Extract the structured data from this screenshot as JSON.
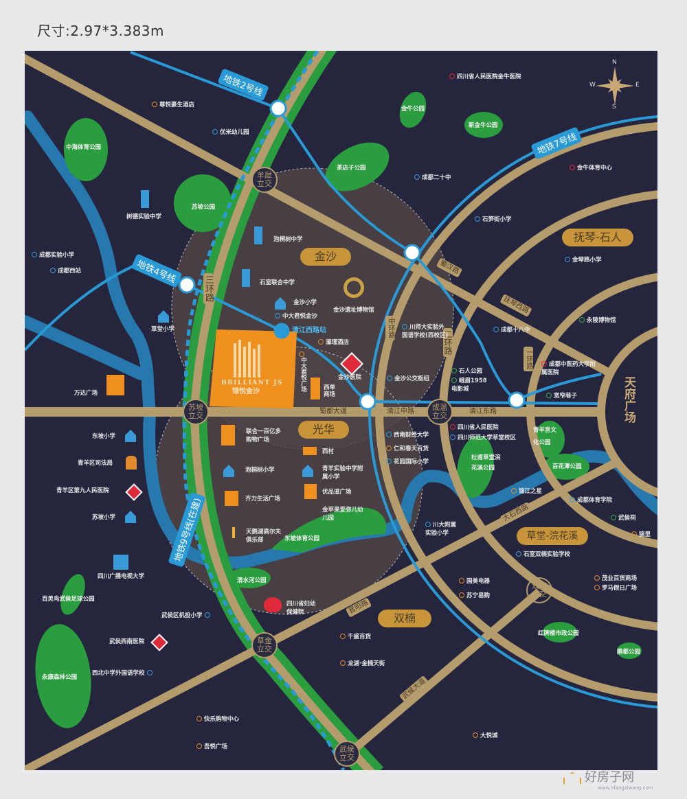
{
  "title": "尺寸:2.97*3.383m",
  "project": {
    "name_en": "BRILLIANT JS",
    "name_cn": "锦悦金沙"
  },
  "areas": [
    "金沙",
    "光华",
    "抚琴-石人",
    "草堂-浣花溪",
    "双楠"
  ],
  "roads": {
    "ring3": "三环路",
    "shudu": "蜀都大道",
    "qingjiang_mid": "清江中路",
    "qingjiang_east": "清江东路",
    "mid_ring": "中环路",
    "ring2": "二环路",
    "ring1": "一环路",
    "shuhan": "蜀汉路",
    "fuqin_w": "抚琴西路",
    "dashi_w": "大石西路",
    "jinyang": "晋阳路",
    "wuhou_ave": "武侯大道"
  },
  "interchanges": [
    "羊犀立交",
    "苏坡立交",
    "草金立交",
    "武侯立交",
    "成温立交",
    "双楠立交"
  ],
  "center_square": "天府广场",
  "metro": {
    "line2": "地铁2号线",
    "line4": "地铁4号线",
    "line7": "地铁7号线",
    "line9": "地铁9号线(在建)",
    "station": "清江西路站"
  },
  "compass": {
    "n": "N",
    "s": "S",
    "e": "E",
    "w": "W"
  },
  "pois": [
    {
      "name": "尊悦豪生酒店",
      "type": "shopping"
    },
    {
      "name": "优米幼儿园",
      "type": "school"
    },
    {
      "name": "成都实验小学",
      "type": "school"
    },
    {
      "name": "成都西站",
      "type": "school"
    },
    {
      "name": "中大君悦金沙",
      "type": "school"
    },
    {
      "name": "濠瑾酒店",
      "type": "shopping"
    },
    {
      "name": "四川省人民医院金牛医院",
      "type": "hospital"
    },
    {
      "name": "金牛体育中心",
      "type": "hospital"
    },
    {
      "name": "成都二十中",
      "type": "school"
    },
    {
      "name": "石笋街小学",
      "type": "school"
    },
    {
      "name": "金琴路小学",
      "type": "school"
    },
    {
      "name": "永陵博物馆",
      "type": "attraction"
    },
    {
      "name": "成都十八中",
      "type": "school"
    },
    {
      "name": "川师大实验外国语学校(西校区)",
      "type": "school"
    },
    {
      "name": "成都中医药大学附属医院",
      "type": "hospital"
    },
    {
      "name": "石人公园",
      "type": "attraction"
    },
    {
      "name": "峨眉1958电影城",
      "type": "attraction"
    },
    {
      "name": "金沙公交枢纽",
      "type": "school"
    },
    {
      "name": "宽窄巷子",
      "type": "attraction"
    },
    {
      "name": "四川省人民医院",
      "type": "hospital"
    },
    {
      "name": "四川师范大学草堂校区",
      "type": "school"
    },
    {
      "name": "西南财经大学",
      "type": "school"
    },
    {
      "name": "仁和春天百货",
      "type": "shopping"
    },
    {
      "name": "花园国际小学",
      "type": "school"
    },
    {
      "name": "锦江之星",
      "type": "shopping"
    },
    {
      "name": "成都体育学院",
      "type": "school"
    },
    {
      "name": "武侯祠",
      "type": "attraction"
    },
    {
      "name": "锦里",
      "type": "shopping"
    },
    {
      "name": "川大附属实验小学",
      "type": "school"
    },
    {
      "name": "石室双楠实验学校",
      "type": "school"
    },
    {
      "name": "茂业百货商场",
      "type": "shopping"
    },
    {
      "name": "罗马假日广场",
      "type": "shopping"
    },
    {
      "name": "国美电器",
      "type": "shopping"
    },
    {
      "name": "苏宁易购",
      "type": "shopping"
    },
    {
      "name": "千盛百货",
      "type": "shopping"
    },
    {
      "name": "龙湖·金楠天街",
      "type": "shopping"
    },
    {
      "name": "大悦城",
      "type": "shopping"
    },
    {
      "name": "快乐购物中心",
      "type": "shopping"
    },
    {
      "name": "吾悦广场",
      "type": "shopping"
    },
    {
      "name": "武侯区机投小学",
      "type": "school"
    },
    {
      "name": "西北中学外国语学校",
      "type": "school"
    },
    {
      "name": "中大君悦广场",
      "type": "shopping"
    }
  ],
  "landmarks": [
    {
      "name": "树德实验中学",
      "icon": "school"
    },
    {
      "name": "泡桐树中学",
      "icon": "school"
    },
    {
      "name": "石室联合中学",
      "icon": "school"
    },
    {
      "name": "金沙小学",
      "icon": "school"
    },
    {
      "name": "草堂小学",
      "icon": "school"
    },
    {
      "name": "万达广场",
      "icon": "mall"
    },
    {
      "name": "金沙遗址博物馆",
      "icon": "museum"
    },
    {
      "name": "金沙医院",
      "icon": "hospital"
    },
    {
      "name": "西单商场",
      "icon": "mall"
    },
    {
      "name": "东坡小学",
      "icon": "school"
    },
    {
      "name": "青羊区司法局",
      "icon": "government"
    },
    {
      "name": "青羊区第九人民医院",
      "icon": "hospital"
    },
    {
      "name": "苏坡小学",
      "icon": "school"
    },
    {
      "name": "四川广播电视大学",
      "icon": "university"
    },
    {
      "name": "联合一百亿多购物广场",
      "icon": "mall"
    },
    {
      "name": "西村",
      "icon": "mall"
    },
    {
      "name": "泡桐树小学",
      "icon": "school"
    },
    {
      "name": "青羊实验中学附属小学",
      "icon": "school"
    },
    {
      "name": "齐力生活广场",
      "icon": "mall"
    },
    {
      "name": "优品道广场",
      "icon": "mall"
    },
    {
      "name": "金苹果爱弥儿幼儿园",
      "icon": "kindergarten"
    },
    {
      "name": "天鹅湖高尔夫俱乐部",
      "icon": "golf"
    },
    {
      "name": "四川省妇幼保健院",
      "icon": "hospital"
    },
    {
      "name": "武侯西南医院",
      "icon": "hospital"
    }
  ],
  "parks": [
    "中海体育公园",
    "苏坡公园",
    "茶店子公园",
    "金牛公园",
    "新金牛公园",
    "百灵鸟武侯足球公园",
    "永康森林公园",
    "东坡体育公园",
    "清水河公园",
    "杜甫草堂浣花溪公园",
    "青羊宫文化公园",
    "百花潭公园",
    "红牌楼市政公园",
    "鹃都公园"
  ],
  "watermark": {
    "name": "好房子网",
    "url": "www.hfangziwang.com"
  },
  "colors": {
    "map_bg": "#25263e",
    "road": "#b59c6c",
    "green": "#2a9e3e",
    "metro": "#2a9ad6",
    "river": "#2778ac",
    "project": "#f0901e",
    "area_badge": "#c8953a"
  }
}
